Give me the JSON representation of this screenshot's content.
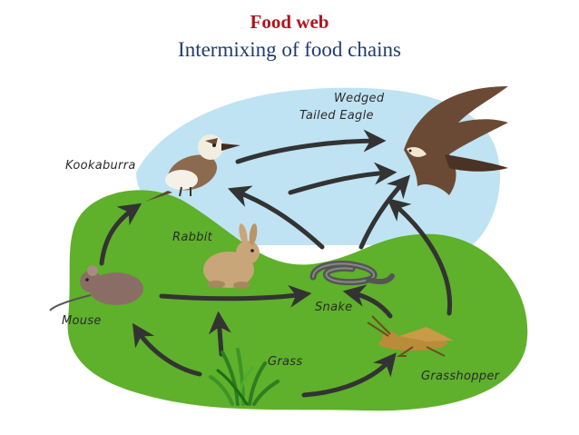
{
  "header": {
    "title": "Food web",
    "subtitle": "Intermixing of food chains"
  },
  "organisms": {
    "eagle": {
      "line1": "Wedged",
      "line2": "Tailed Eagle"
    },
    "kookaburra": "Kookaburra",
    "rabbit": "Rabbit",
    "snake": "Snake",
    "mouse": "Mouse",
    "grass": "Grass",
    "grasshopper": "Grasshopper"
  },
  "colors": {
    "title": "#b0141c",
    "subtitle": "#1f3b6e",
    "sky": "#bfe3f2",
    "land": "#5fb02b",
    "arrow": "#333333"
  },
  "feeding_links": [
    {
      "from": "Grass",
      "to": "Mouse"
    },
    {
      "from": "Grass",
      "to": "Rabbit"
    },
    {
      "from": "Grass",
      "to": "Grasshopper"
    },
    {
      "from": "Mouse",
      "to": "Kookaburra"
    },
    {
      "from": "Mouse",
      "to": "Snake"
    },
    {
      "from": "Grasshopper",
      "to": "Snake"
    },
    {
      "from": "Grasshopper",
      "to": "Wedged Tailed Eagle"
    },
    {
      "from": "Snake",
      "to": "Kookaburra"
    },
    {
      "from": "Snake",
      "to": "Wedged Tailed Eagle"
    },
    {
      "from": "Rabbit",
      "to": "Wedged Tailed Eagle"
    },
    {
      "from": "Kookaburra",
      "to": "Wedged Tailed Eagle"
    }
  ]
}
